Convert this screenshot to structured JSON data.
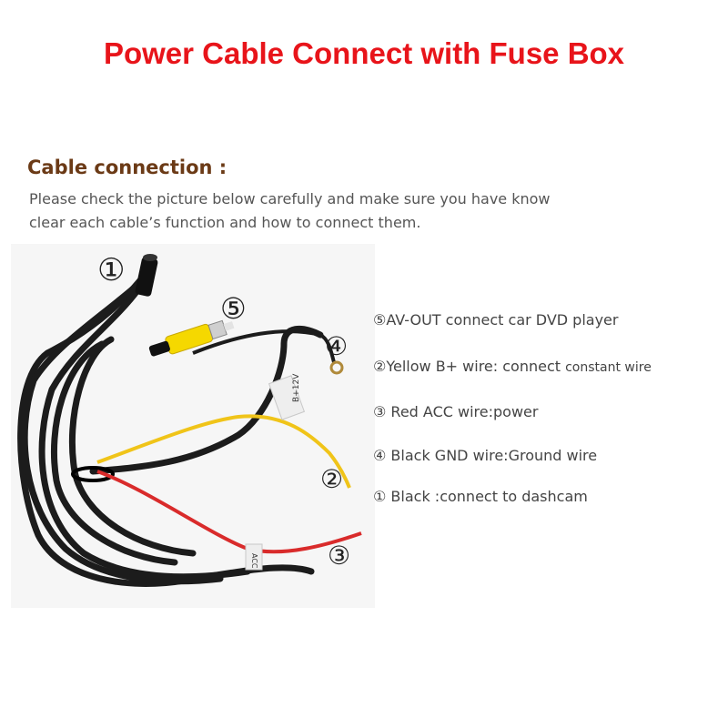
{
  "title": "Power Cable Connect with Fuse Box",
  "section": {
    "heading": "Cable connection :",
    "intro_line1": "Please check the picture below carefully and make sure you have know",
    "intro_line2": "clear each cable’s function and how to connect them."
  },
  "photo": {
    "markers": {
      "m1": "①",
      "m2": "②",
      "m3": "③",
      "m4": "④",
      "m5": "⑤"
    },
    "tag_yellow": "B+12V",
    "tag_red": "ACC"
  },
  "legend": [
    {
      "marker": "⑤",
      "text": "AV-OUT  connect car DVD player",
      "extra": ""
    },
    {
      "marker": "②",
      "text": "Yellow B+ wire: connect ",
      "extra": "constant wire"
    },
    {
      "marker": "③",
      "text": " Red ACC wire:power",
      "extra": ""
    },
    {
      "marker": "④",
      "text": " Black GND wire:Ground wire",
      "extra": ""
    },
    {
      "marker": "①",
      "text": " Black :connect to dashcam",
      "extra": ""
    }
  ],
  "colors": {
    "title": "#e8141a",
    "heading": "#6b3a16",
    "black_cable": "#1c1c1c",
    "yellow_wire": "#f0c419",
    "red_wire": "#d92b2b",
    "rca_yellow": "#f5d800"
  }
}
